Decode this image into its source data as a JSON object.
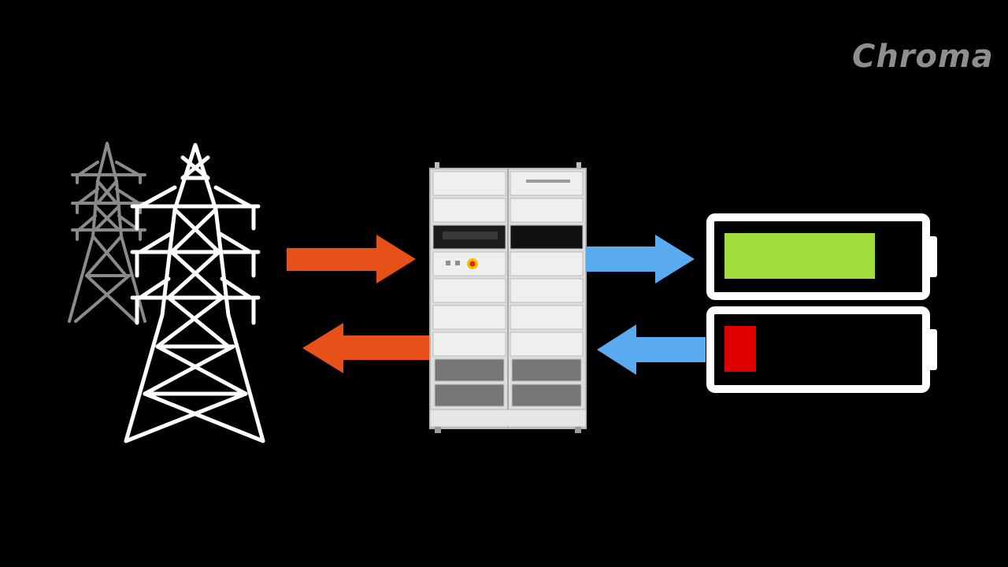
{
  "brand": {
    "logo_text": "Chroma"
  },
  "colors": {
    "background": "#000000",
    "grid_arrow": "#e8501a",
    "battery_arrow": "#5aaaf0",
    "battery_full_fill": "#9fdd3a",
    "battery_low_fill": "#e00000",
    "outline": "#ffffff",
    "logo": "#8e8e8e"
  },
  "icons": {
    "grid_source": "transmission-tower-icon",
    "converter": "regenerative-power-cabinet-icon",
    "battery_charging": "battery-full-icon",
    "battery_discharging": "battery-low-icon"
  },
  "batteries": {
    "charged_level": 0.86,
    "depleted_level": 0.18
  }
}
